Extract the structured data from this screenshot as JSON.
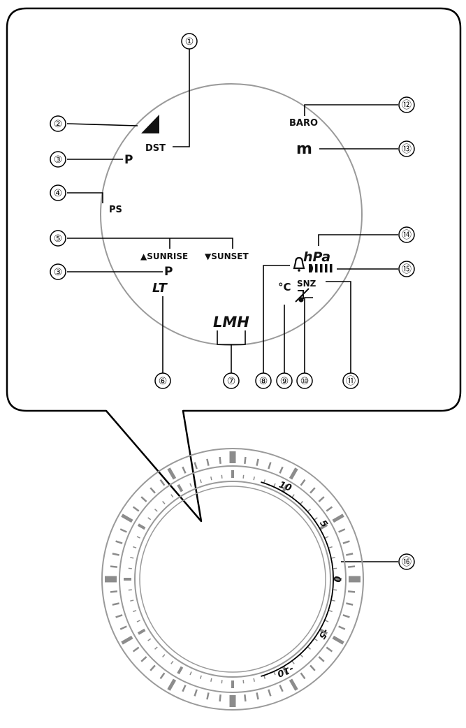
{
  "indicators": {
    "dst": "DST",
    "pm_top": "P",
    "ps": "PS",
    "sunrise": "▲SUNRISE",
    "sunset": "▼SUNSET",
    "pm_bottom": "P",
    "lt": "LT",
    "lmh": "LMH",
    "baro": "BARO",
    "altitude_unit": "m",
    "pressure_unit": "hPa",
    "celsius": "°C",
    "snooze": "SNZ"
  },
  "callouts": [
    "①",
    "②",
    "③",
    "④",
    "⑤",
    "③",
    "⑥",
    "⑦",
    "⑧",
    "⑨",
    "⑩",
    "⑪",
    "⑫",
    "⑬",
    "⑭",
    "⑮",
    "⑯"
  ],
  "bezel_scale": [
    "10",
    "5",
    "0",
    "-5",
    "-10"
  ],
  "colors": {
    "line": "#000000",
    "ring": "#9a9a9a",
    "marker": "#8c8c8c"
  },
  "icons": [
    "signal-icon",
    "alarm-bell-icon",
    "alarm-signal-icon",
    "snooze-off-icon"
  ]
}
